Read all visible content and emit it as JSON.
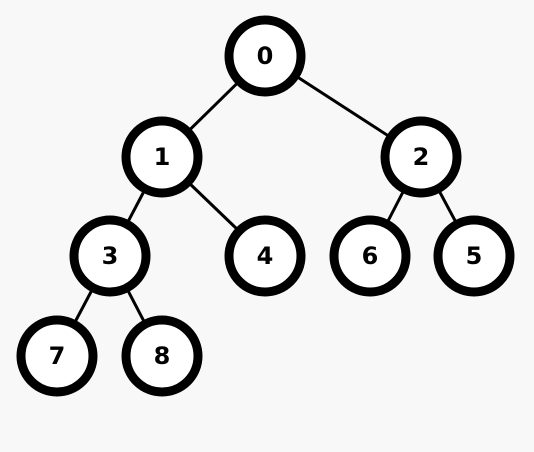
{
  "tree": {
    "nodes": [
      {
        "id": "0",
        "label": "0"
      },
      {
        "id": "1",
        "label": "1"
      },
      {
        "id": "2",
        "label": "2"
      },
      {
        "id": "3",
        "label": "3"
      },
      {
        "id": "4",
        "label": "4"
      },
      {
        "id": "6",
        "label": "6"
      },
      {
        "id": "5",
        "label": "5"
      },
      {
        "id": "7",
        "label": "7"
      },
      {
        "id": "8",
        "label": "8"
      }
    ],
    "edges": [
      {
        "from": "0",
        "to": "1"
      },
      {
        "from": "0",
        "to": "2"
      },
      {
        "from": "1",
        "to": "3"
      },
      {
        "from": "1",
        "to": "4"
      },
      {
        "from": "2",
        "to": "6"
      },
      {
        "from": "2",
        "to": "5"
      },
      {
        "from": "3",
        "to": "7"
      },
      {
        "from": "3",
        "to": "8"
      }
    ]
  },
  "colors": {
    "background": "#f8f8f8",
    "node_fill": "#ffffff",
    "node_stroke": "#000000",
    "edge": "#000000",
    "text": "#000000"
  }
}
